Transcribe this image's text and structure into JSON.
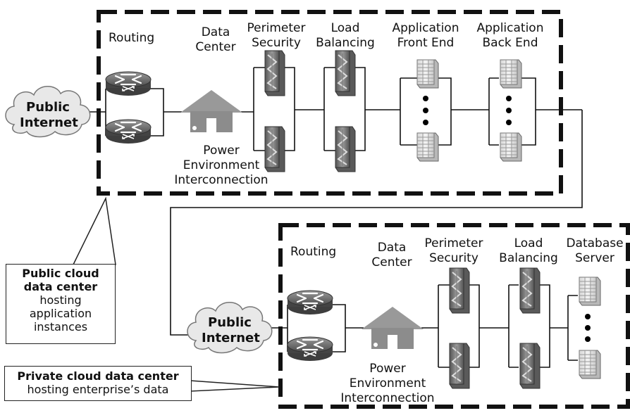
{
  "top_section": {
    "labels": {
      "routing": "Routing",
      "data_center": [
        "Data",
        "Center"
      ],
      "perimeter_security": [
        "Perimeter",
        "Security"
      ],
      "load_balancing": [
        "Load",
        "Balancing"
      ],
      "app_front_end": [
        "Application",
        "Front End"
      ],
      "app_back_end": [
        "Application",
        "Back End"
      ],
      "facility": [
        "Power",
        "Environment",
        "Interconnection"
      ]
    },
    "cloud": [
      "Public",
      "Internet"
    ]
  },
  "bottom_section": {
    "labels": {
      "routing": "Routing",
      "data_center": [
        "Data",
        "Center"
      ],
      "perimeter_security": [
        "Perimeter",
        "Security"
      ],
      "load_balancing": [
        "Load",
        "Balancing"
      ],
      "database_server": [
        "Database",
        "Server"
      ],
      "facility": [
        "Power",
        "Environment",
        "Interconnection"
      ]
    },
    "cloud": [
      "Public",
      "Internet"
    ]
  },
  "callouts": {
    "public": {
      "title": [
        "Public cloud",
        "data center"
      ],
      "body": [
        "hosting",
        "application",
        "instances"
      ]
    },
    "private": {
      "title": "Private cloud data center",
      "body": "hosting enterprise’s data"
    }
  },
  "icons": [
    "router-icon",
    "house-icon",
    "firewall-icon",
    "server-rack-icon",
    "cloud-icon"
  ]
}
